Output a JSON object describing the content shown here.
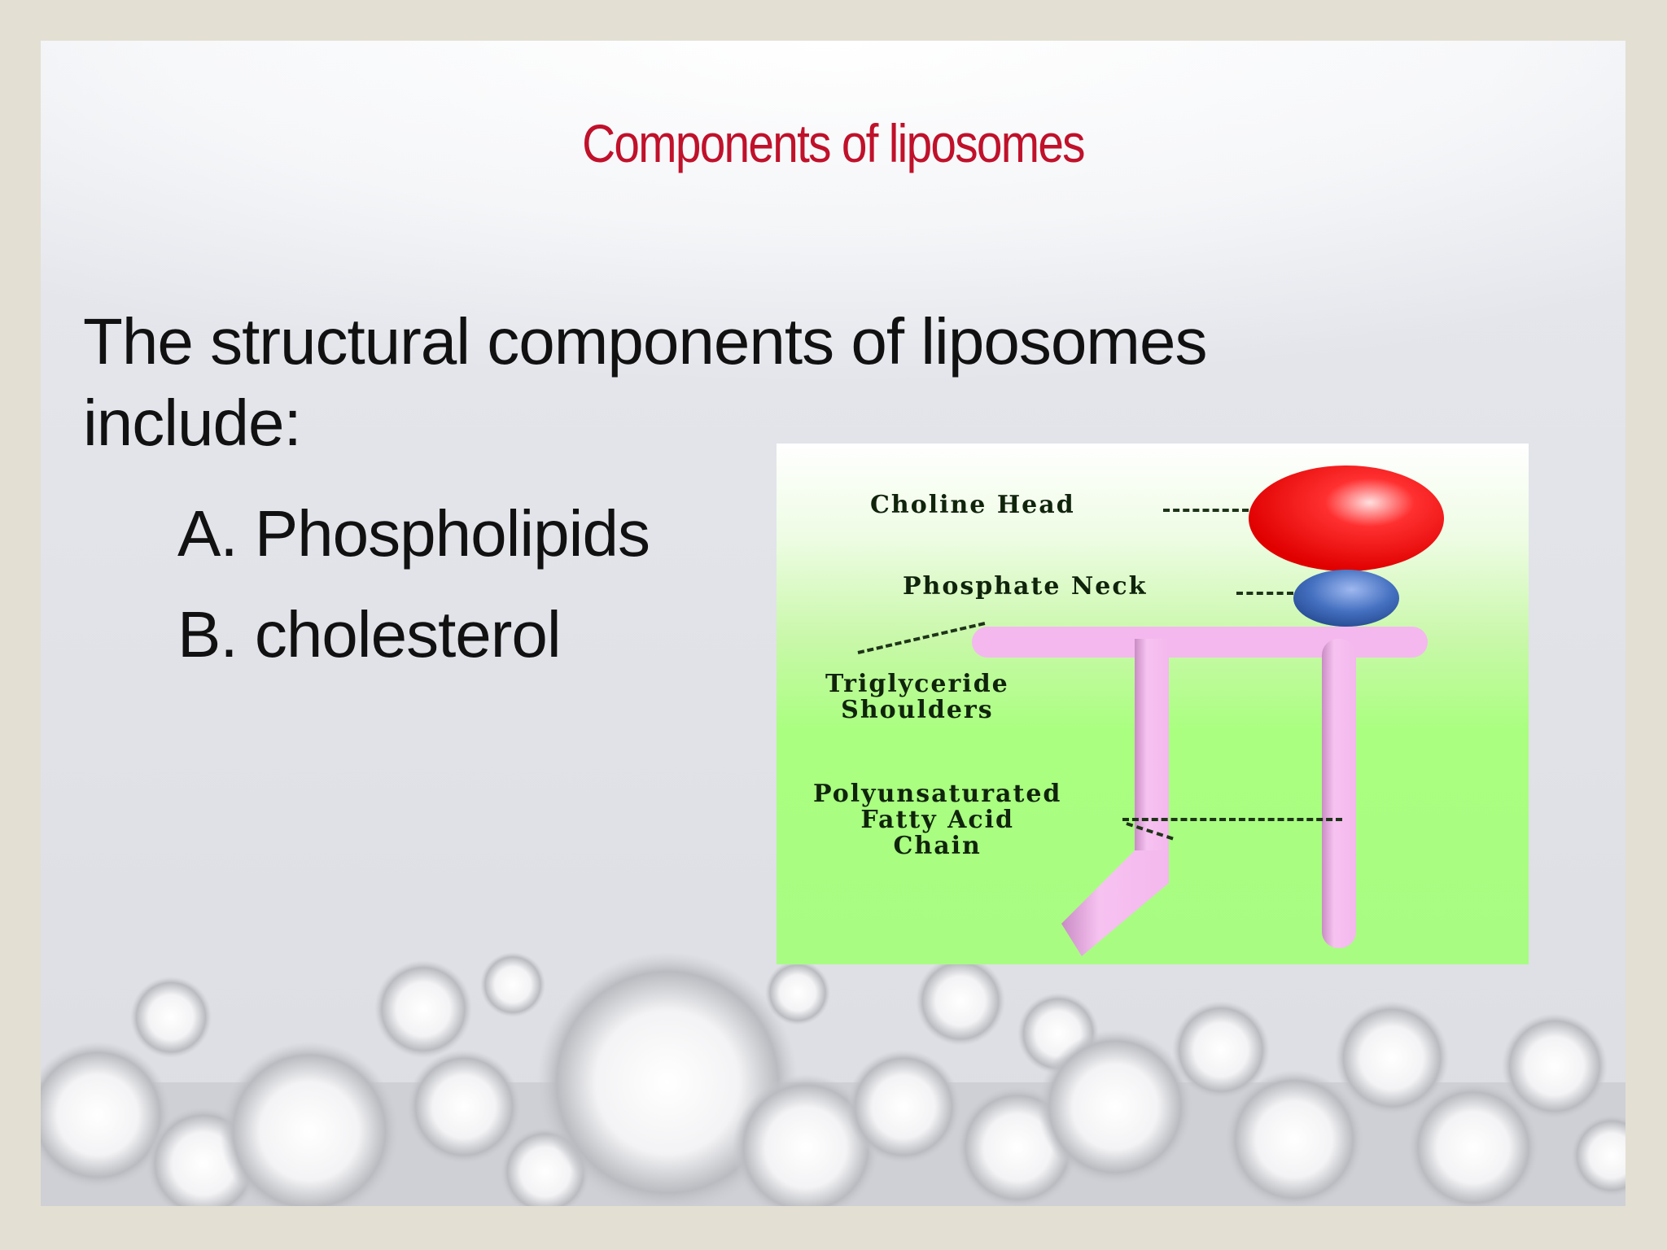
{
  "slide": {
    "title": "Components of liposomes",
    "intro": "The structural components of liposomes include:",
    "intro_line1": "The structural components of liposomes",
    "intro_line2": "include:",
    "items": [
      {
        "label": "A. Phospholipids"
      },
      {
        "label": "B. cholesterol"
      }
    ]
  },
  "diagram": {
    "labels": {
      "head": "Choline Head",
      "neck": "Phosphate Neck",
      "shoulders_line1": "Triglyceride",
      "shoulders_line2": "Shoulders",
      "chain_line1": "Polyunsaturated",
      "chain_line2": "Fatty Acid",
      "chain_line3": "Chain"
    },
    "colors": {
      "head": "#ff1a1a",
      "neck": "#3a6fc0",
      "body": "#f4b8ee",
      "background": "#aaff80"
    }
  },
  "colors": {
    "title": "#c0112b",
    "frame": "#e3dfd2"
  }
}
